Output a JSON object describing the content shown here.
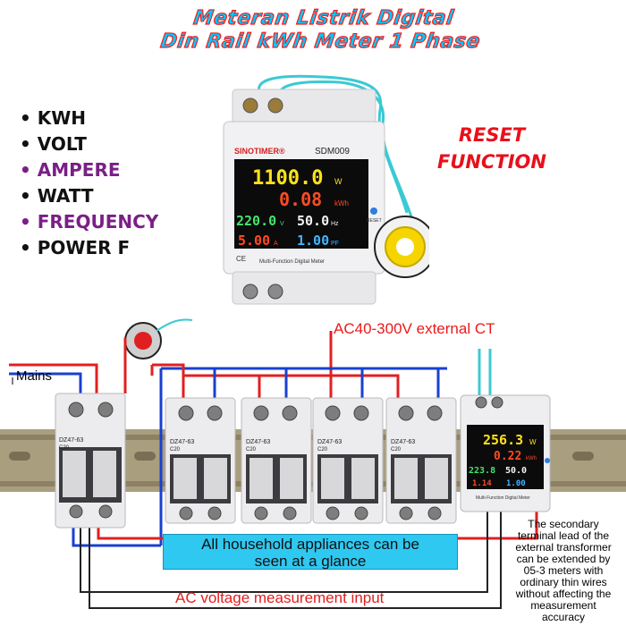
{
  "title": {
    "line1": "Meteran Listrik Digital",
    "line2": "Din Rail kWh Meter 1 Phase"
  },
  "features": [
    "• KWH",
    "• VOLT",
    "• AMPERE",
    "• WATT",
    "• FREQUENCY",
    "• POWER F"
  ],
  "feature_colors": [
    "#111111",
    "#111111",
    "#7a1f86",
    "#111111",
    "#7a1f86",
    "#111111"
  ],
  "reset": {
    "line1": "RESET",
    "line2": "FUNCTION"
  },
  "meter": {
    "brand": "SINOTIMER®",
    "model": "SDM009",
    "power": "1100.0",
    "power_unit": "W",
    "energy": "0.08",
    "energy_unit": "kWh",
    "voltage": "220.0",
    "voltage_unit": "V",
    "frequency": "50.0",
    "frequency_unit": "Hz",
    "current": "5.00",
    "current_unit": "A",
    "pf": "1.00",
    "pf_unit": "PF",
    "reset_button": "RESET",
    "ce": "CE",
    "footer": "Multi-Function Digital Meter"
  },
  "diagram": {
    "ct_label": "AC40-300V external CT",
    "mains": "Mains",
    "breaker_model": "DZ47-63",
    "breaker_rating": "C20",
    "appliances": {
      "line1": "All household appliances can be",
      "line2": "seen at a glance"
    },
    "ac_input": "AC voltage measurement input",
    "note": [
      "The secondary",
      "terminal lead of the",
      "external transformer",
      "can be extended by",
      "05-3 meters with",
      "ordinary thin wires",
      "without affecting the",
      "measurement",
      "accuracy"
    ],
    "small_meter": {
      "power": "256.3",
      "power_unit": "W",
      "energy": "0.22",
      "energy_unit": "kWh",
      "voltage": "223.8",
      "frequency": "50.0",
      "current": "1.14",
      "pf": "1.00",
      "footer": "Multi-Function Digital Meter"
    }
  },
  "colors": {
    "title_fill": "#00c8ff",
    "title_stroke": "#ff1a1a",
    "reset_text": "#e8101a",
    "wire_red": "#e02020",
    "wire_blue": "#1840d0",
    "wire_cyan": "#3bc9d3",
    "display_yellow": "#ffe21a",
    "display_red": "#ff4a24",
    "display_green": "#46e36c",
    "display_white": "#f2f2f2",
    "display_blue": "#3fb6ff",
    "appliance_box": "#2fc8f0"
  }
}
